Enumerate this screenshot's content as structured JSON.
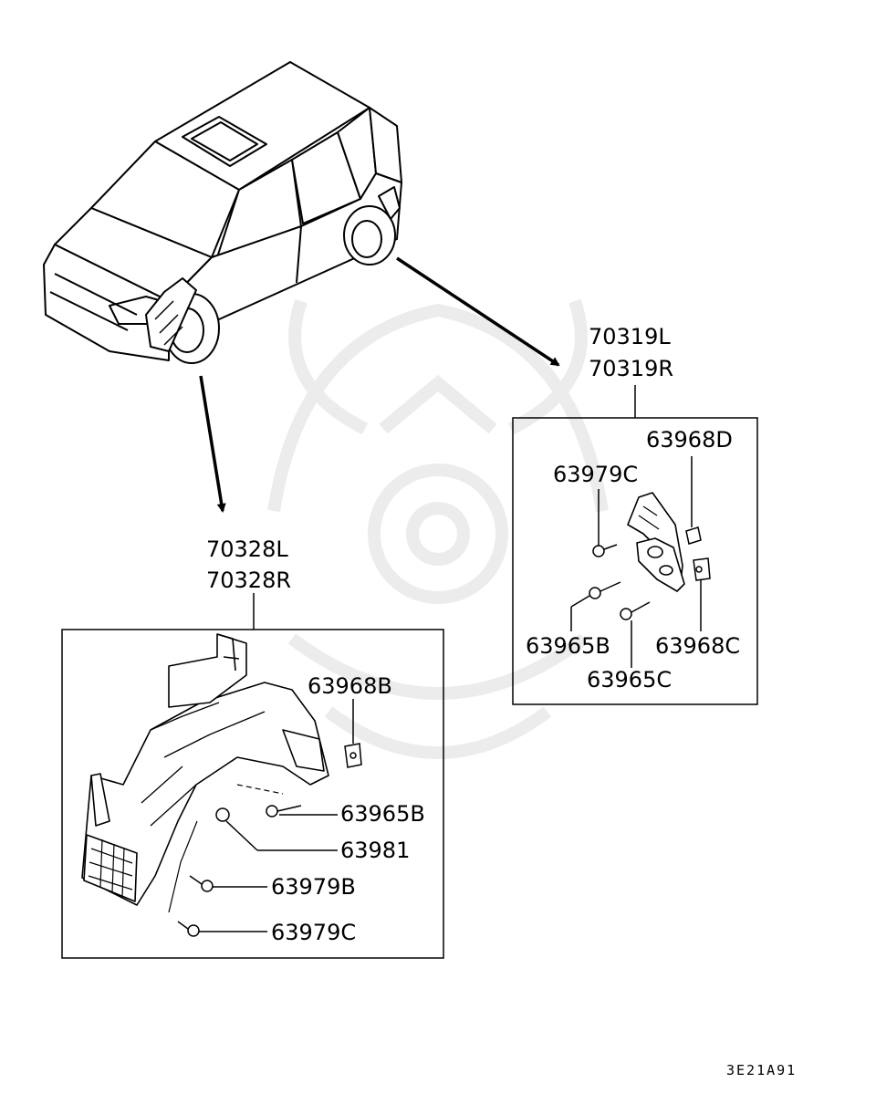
{
  "diagram_code": "3E21A91",
  "rear_assembly": {
    "part_left": "70319L",
    "part_right": "70319R",
    "components": {
      "clip_d": "63968D",
      "screw_c_top": "63979C",
      "screw_b": "63965B",
      "clip_c": "63968C",
      "screw_c": "63965C"
    }
  },
  "front_assembly": {
    "part_left": "70328L",
    "part_right": "70328R",
    "components": {
      "clip_b": "63968B",
      "screw_b": "63965B",
      "nut": "63981",
      "screw_79b": "63979B",
      "screw_79c": "63979C"
    }
  }
}
